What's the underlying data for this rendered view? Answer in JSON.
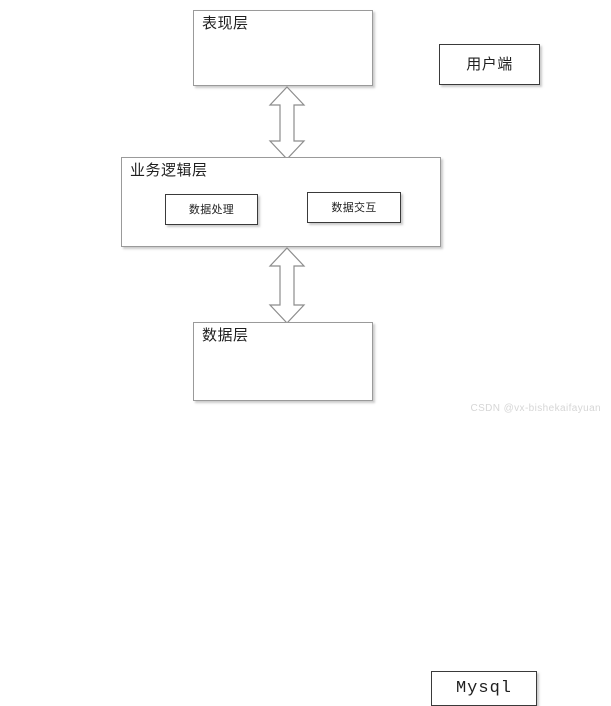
{
  "diagram": {
    "type": "three-tier-architecture",
    "background_color": "#ffffff",
    "layers": [
      {
        "id": "presentation",
        "title": "表现层",
        "components": [
          {
            "id": "client",
            "label": "用户端"
          }
        ]
      },
      {
        "id": "business",
        "title": "业务逻辑层",
        "components": [
          {
            "id": "data-processing",
            "label": "数据处理"
          },
          {
            "id": "data-interaction",
            "label": "数据交互"
          }
        ]
      },
      {
        "id": "data",
        "title": "数据层",
        "components": [
          {
            "id": "mysql",
            "label": "Mysql"
          }
        ]
      }
    ],
    "connectors": [
      {
        "id": "presentation-business",
        "style": "double-headed-vertical-arrow",
        "from": "表现层",
        "to": "业务逻辑层"
      },
      {
        "id": "business-data",
        "style": "double-headed-vertical-arrow",
        "from": "业务逻辑层",
        "to": "数据层"
      }
    ],
    "colors": {
      "outer_border": "#9a9a9a",
      "inner_border": "#3a3a3a",
      "arrow_fill": "#ffffff",
      "arrow_stroke": "#808080",
      "text": "#1f1f1f",
      "watermark": "#d6d6d6"
    }
  },
  "watermark": {
    "text": "CSDN @vx-bishekaifayuan"
  }
}
